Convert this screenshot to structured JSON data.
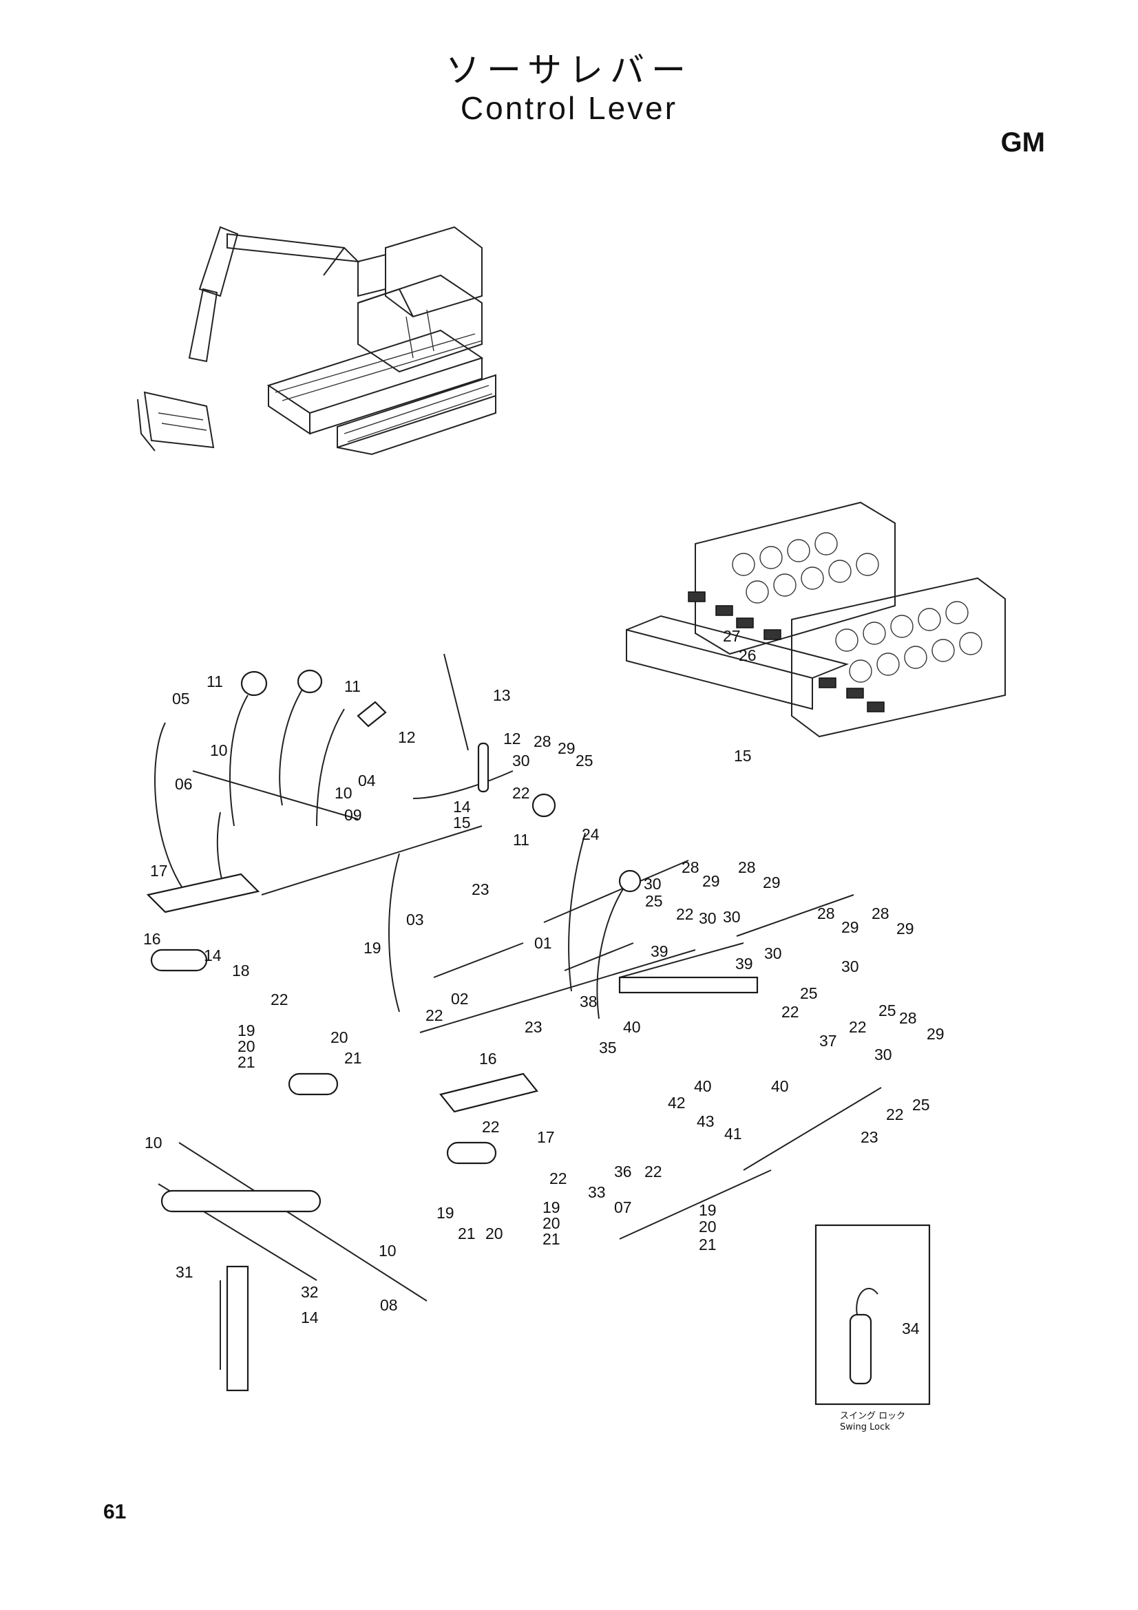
{
  "header": {
    "title_jp": "ソーサレバー",
    "title_en": "Control Lever",
    "model_code": "GM"
  },
  "page_number": "61",
  "inset": {
    "part_number": "34",
    "caption_jp": "スイング ロック",
    "caption_en": "Swing Lock"
  },
  "callouts": [
    "11",
    "11",
    "05",
    "10",
    "12",
    "13",
    "12",
    "28",
    "29",
    "30",
    "25",
    "04",
    "06",
    "10",
    "09",
    "22",
    "14",
    "15",
    "11",
    "24",
    "23",
    "03",
    "17",
    "16",
    "14",
    "18",
    "22",
    "19",
    "20",
    "21",
    "20",
    "21",
    "19",
    "22",
    "02",
    "23",
    "01",
    "39",
    "38",
    "28",
    "29",
    "30",
    "25",
    "22",
    "30",
    "28",
    "29",
    "30",
    "39",
    "22",
    "25",
    "37",
    "28",
    "29",
    "30",
    "28",
    "29",
    "30",
    "25",
    "22",
    "28",
    "29",
    "30",
    "25",
    "22",
    "23",
    "40",
    "40",
    "40",
    "35",
    "16",
    "22",
    "17",
    "22",
    "36",
    "42",
    "43",
    "41",
    "33",
    "07",
    "22",
    "19",
    "20",
    "21",
    "19",
    "20",
    "21",
    "19",
    "20",
    "21",
    "10",
    "10",
    "31",
    "32",
    "14",
    "08",
    "27",
    "26",
    "15"
  ]
}
